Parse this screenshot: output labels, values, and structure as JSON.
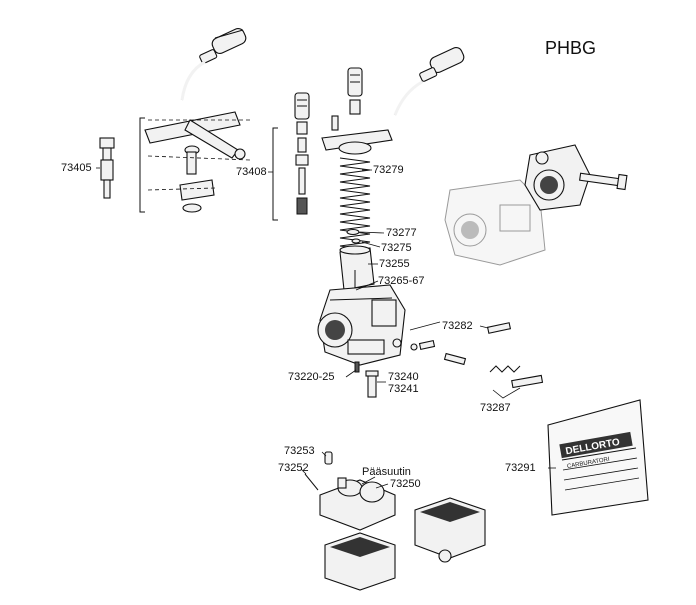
{
  "title": "PHBG",
  "labels": {
    "p73405": "73405",
    "p73408": "73408",
    "p73279": "73279",
    "p73277": "73277",
    "p73275": "73275",
    "p73255": "73255",
    "p73265": "73265-67",
    "p73282": "73282",
    "p73220": "73220-25",
    "p73240": "73240",
    "p73241": "73241",
    "p73287": "73287",
    "p73291": "73291",
    "p73253": "73253",
    "p73252": "73252",
    "paasuutin": "Pääsuutin",
    "p73250": "73250"
  },
  "packet": {
    "brand": "DELLORTO",
    "subtitle": "CARBURATORI"
  }
}
